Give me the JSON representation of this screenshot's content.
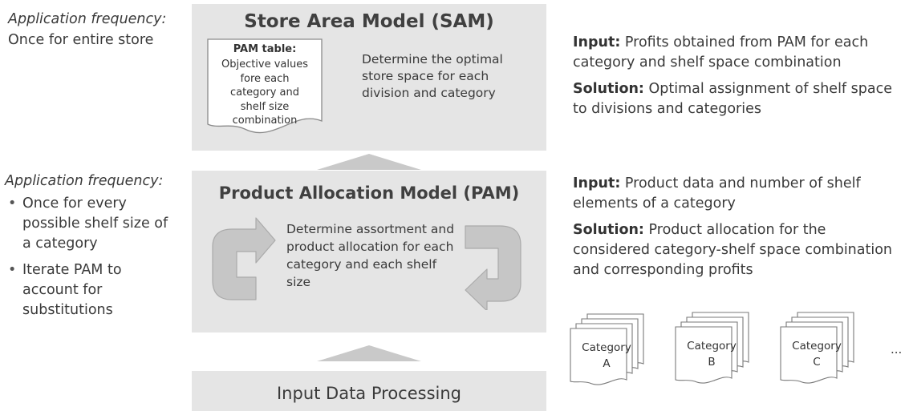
{
  "sam": {
    "title": "Store Area Model (SAM)",
    "doc_heading": "PAM table:",
    "doc_body": "Objective values fore each category and shelf size combination",
    "description": "Determine the optimal store space for each division and category"
  },
  "pam": {
    "title": "Product Allocation Model (PAM)",
    "description": "Determine assortment and product allocation for each category and each shelf size"
  },
  "input_box": {
    "title": "Input Data Processing"
  },
  "left": {
    "sam_freq_label": "Application frequency:",
    "sam_freq_value": "Once for entire store",
    "pam_freq_label": "Application frequency:",
    "pam_bullets": [
      "Once for every possible shelf size of a category",
      "Iterate PAM to account for substitutions"
    ]
  },
  "right": {
    "sam_input_label": "Input:",
    "sam_input_text": "Profits obtained from PAM for each category and shelf space combination",
    "sam_solution_label": "Solution:",
    "sam_solution_text": "Optimal assignment of shelf space to divisions and categories",
    "pam_input_label": "Input:",
    "pam_input_text": "Product data and number of shelf elements of a category",
    "pam_solution_label": "Solution:",
    "pam_solution_text": "Product allocation for the considered category-shelf space combination and corresponding profits"
  },
  "categories": [
    {
      "line1": "Category",
      "line2": "A"
    },
    {
      "line1": "Category",
      "line2": "B"
    },
    {
      "line1": "Category",
      "line2": "C"
    }
  ],
  "ellipsis": "..."
}
